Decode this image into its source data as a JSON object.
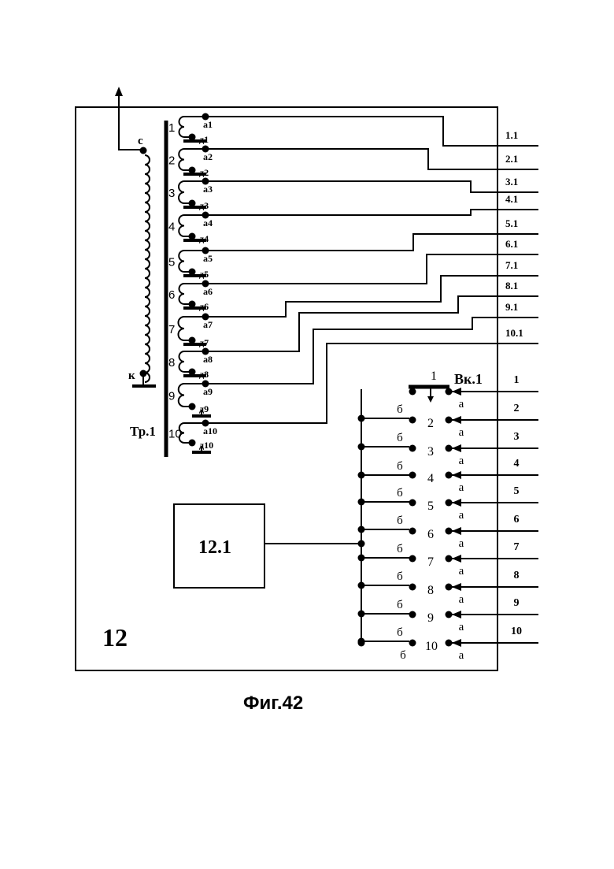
{
  "block_label": "12",
  "subblock_label": "12.1",
  "caption": "Фиг.42",
  "transformer": {
    "label": "Тр.1",
    "primary_start": "с",
    "primary_end": "к",
    "windings": [
      {
        "n": "1",
        "a": "а1",
        "d": "д1"
      },
      {
        "n": "2",
        "a": "а2",
        "d": "д2"
      },
      {
        "n": "3",
        "a": "а3",
        "d": "д3"
      },
      {
        "n": "4",
        "a": "а4",
        "d": "д4"
      },
      {
        "n": "5",
        "a": "а5",
        "d": "д5"
      },
      {
        "n": "6",
        "a": "а6",
        "d": "д6"
      },
      {
        "n": "7",
        "a": "а7",
        "d": "д7"
      },
      {
        "n": "8",
        "a": "а8",
        "d": "д8"
      },
      {
        "n": "9",
        "a": "а9",
        "d": "д9"
      },
      {
        "n": "10",
        "a": "а10",
        "d": "д10"
      }
    ]
  },
  "outputs": [
    "1.1",
    "2.1",
    "3.1",
    "4.1",
    "5.1",
    "6.1",
    "7.1",
    "8.1",
    "9.1",
    "10.1"
  ],
  "switch": {
    "label": "Вк.1",
    "side_a": "а",
    "side_b": "б",
    "positions": [
      "1",
      "2",
      "3",
      "4",
      "5",
      "6",
      "7",
      "8",
      "9",
      "10"
    ]
  },
  "inputs": [
    "1",
    "2",
    "3",
    "4",
    "5",
    "6",
    "7",
    "8",
    "9",
    "10"
  ]
}
